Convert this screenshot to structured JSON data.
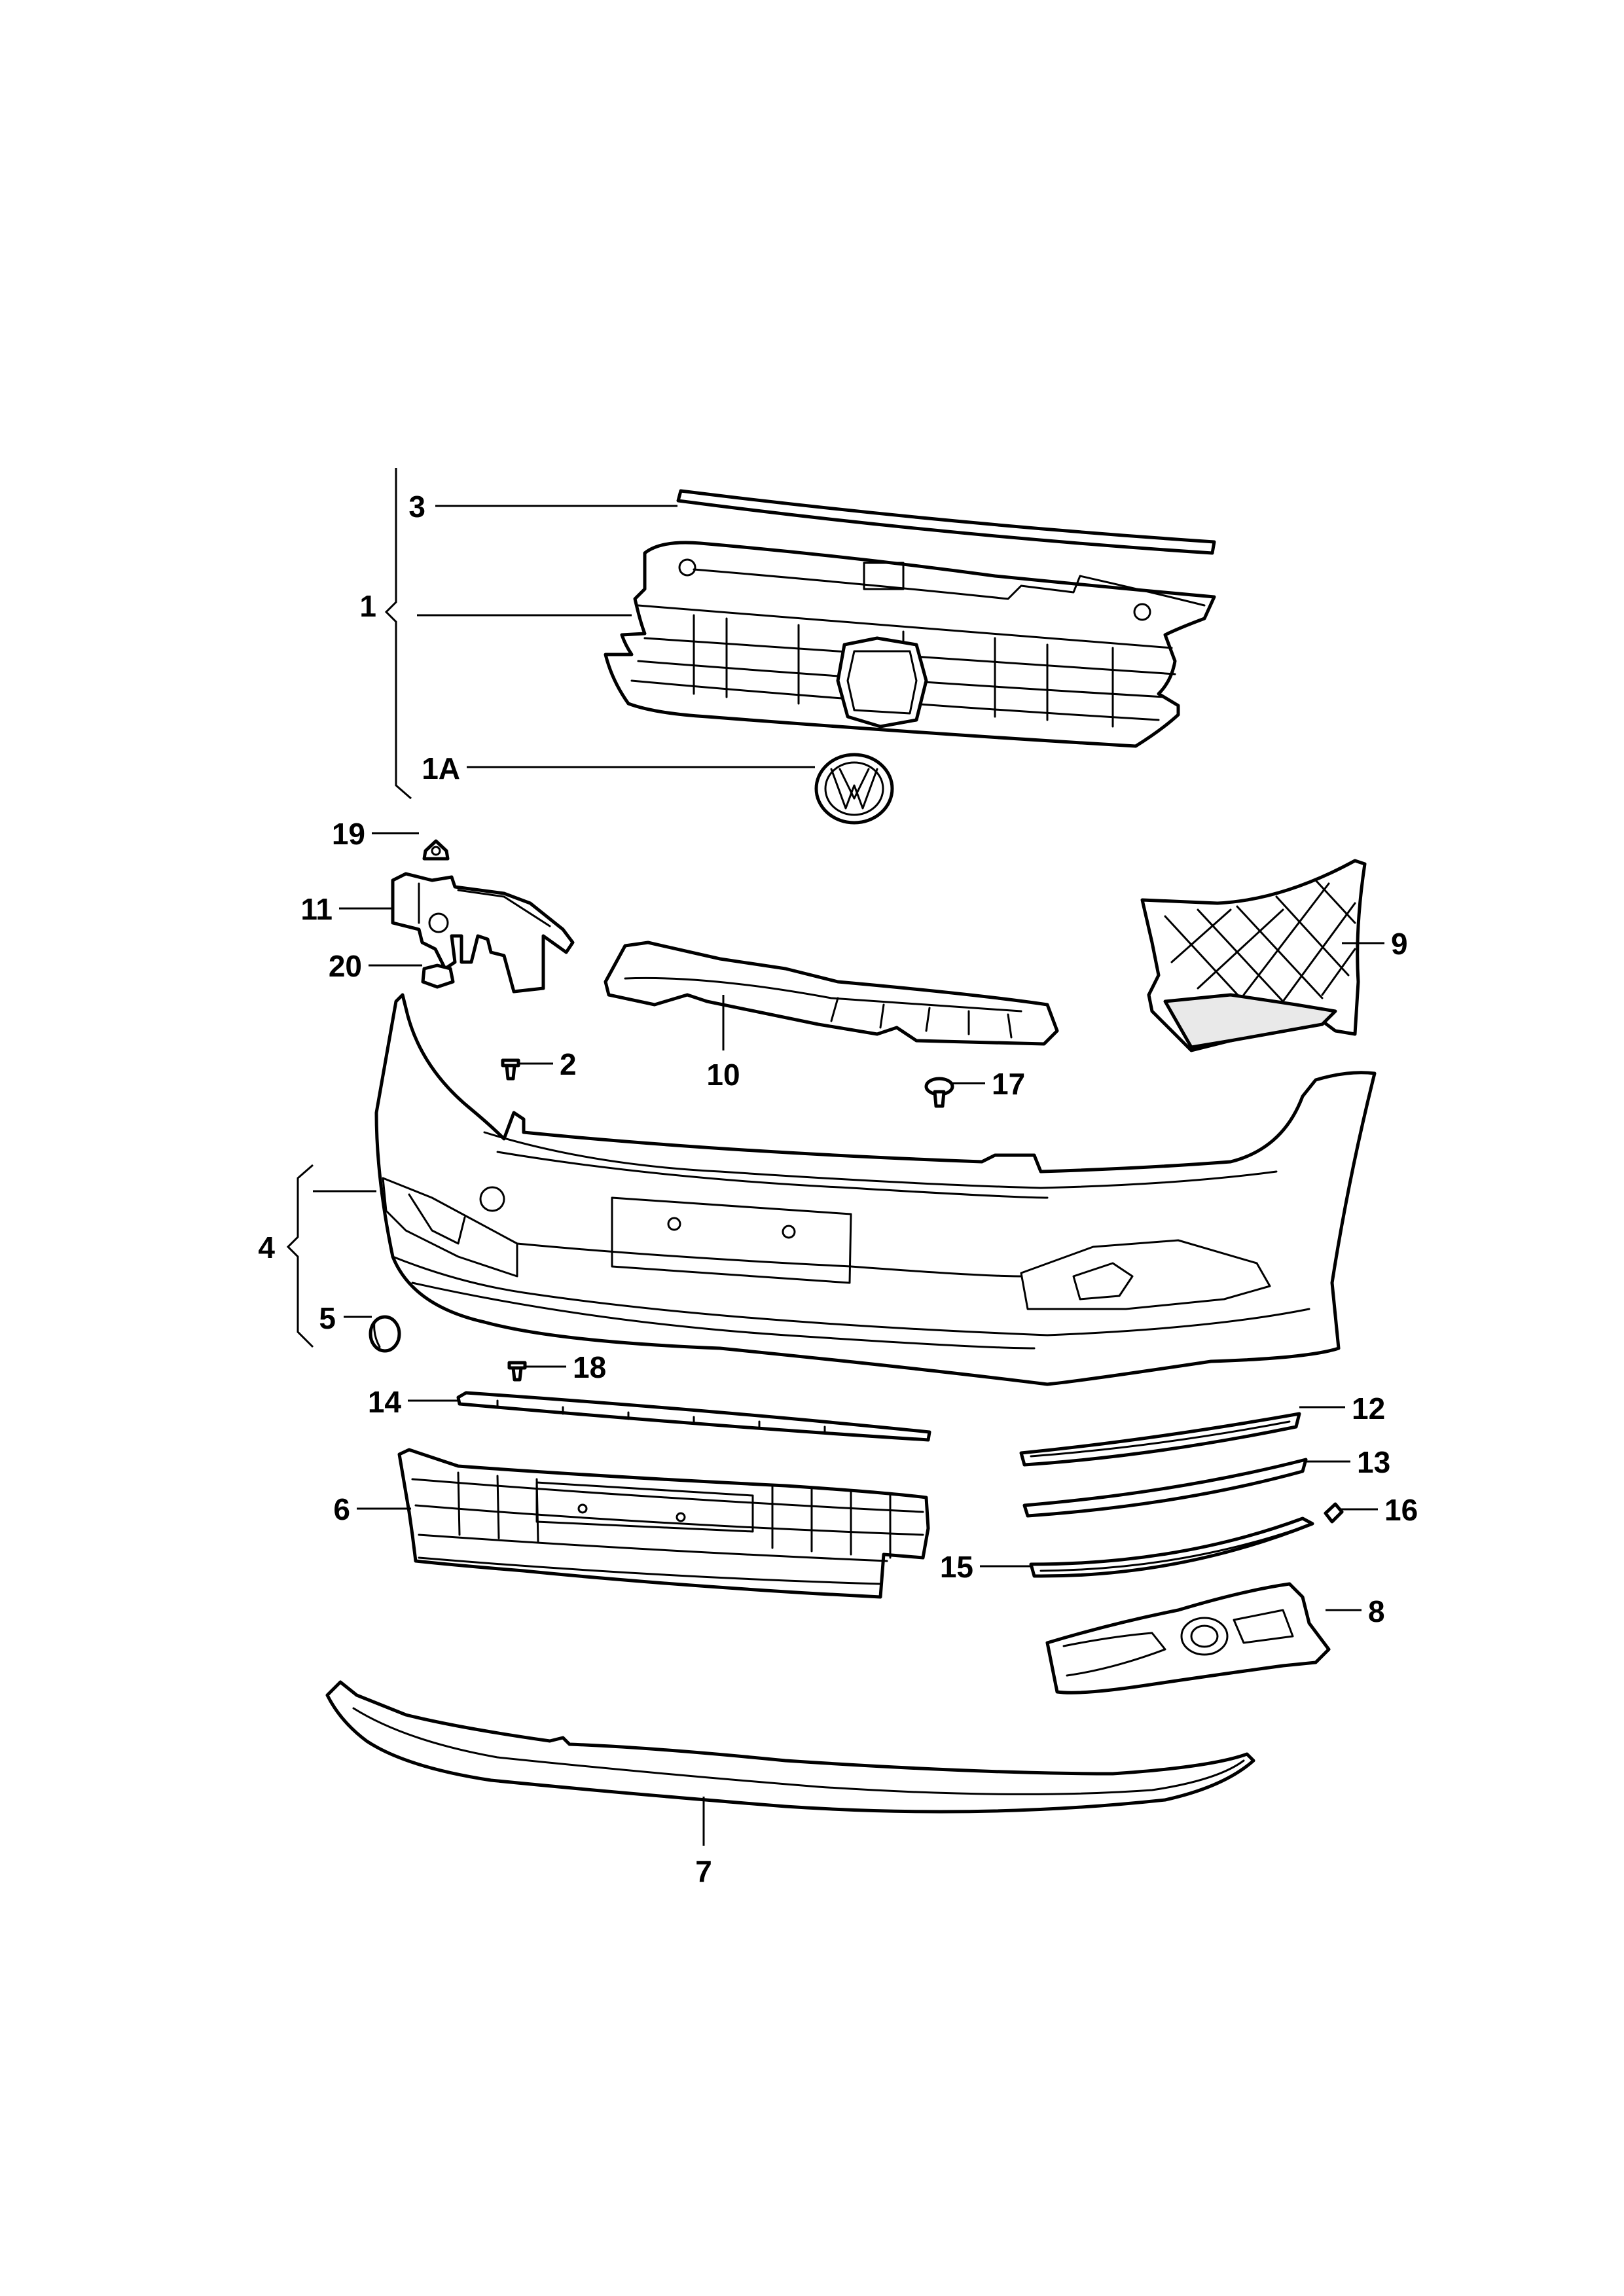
{
  "callouts": {
    "c1": "1",
    "c1a": "1A",
    "c2": "2",
    "c3": "3",
    "c4": "4",
    "c5": "5",
    "c6": "6",
    "c7": "7",
    "c8": "8",
    "c9": "9",
    "c10": "10",
    "c11": "11",
    "c12": "12",
    "c13": "13",
    "c14": "14",
    "c15": "15",
    "c16": "16",
    "c17": "17",
    "c18": "18",
    "c19": "19",
    "c20": "20"
  },
  "colors": {
    "line": "#000000",
    "background": "#ffffff",
    "shade": "#e9e9e9"
  }
}
